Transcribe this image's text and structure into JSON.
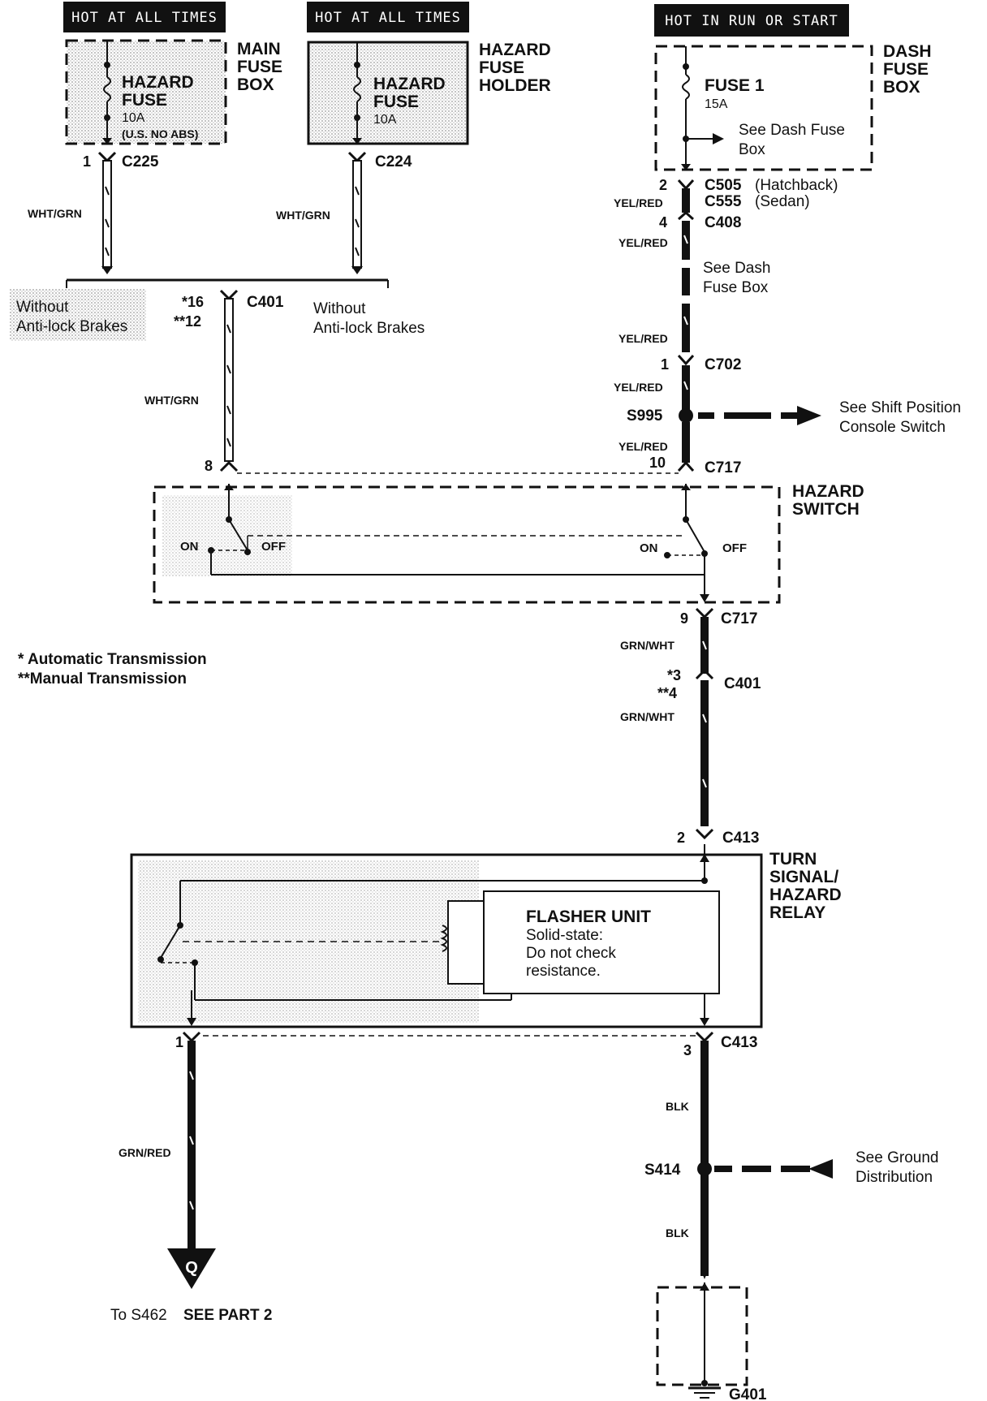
{
  "headers": {
    "hot_at_all_times_1": "HOT AT ALL TIMES",
    "hot_at_all_times_2": "HOT AT ALL TIMES",
    "hot_in_run_or_start": "HOT IN RUN OR START"
  },
  "main_fuse_box": {
    "title_l1": "MAIN",
    "title_l2": "FUSE",
    "title_l3": "BOX",
    "fuse_l1": "HAZARD",
    "fuse_l2": "FUSE",
    "rating": "10A",
    "note": "(U.S. NO ABS)"
  },
  "hazard_fuse_holder": {
    "title_l1": "HAZARD",
    "title_l2": "FUSE",
    "title_l3": "HOLDER",
    "fuse_l1": "HAZARD",
    "fuse_l2": "FUSE",
    "rating": "10A"
  },
  "dash_fuse_box": {
    "title_l1": "DASH",
    "title_l2": "FUSE",
    "title_l3": "BOX",
    "fuse": "FUSE 1",
    "rating": "15A",
    "see_l1": "See Dash Fuse",
    "see_l2": "Box"
  },
  "connectors": {
    "c225": "C225",
    "c225_pin": "1",
    "c224": "C224",
    "c505": "C505",
    "c505_note": "(Hatchback)",
    "c555": "C555",
    "c555_note": "(Sedan)",
    "c505_pin": "2",
    "c408": "C408",
    "c408_pin": "4",
    "c401_top": "C401",
    "c401_pin_a": "*16",
    "c401_pin_b": "**12",
    "c702": "C702",
    "c702_pin": "1",
    "s995": "S995",
    "c717_top": "C717",
    "c717_pin_top": "10",
    "pin_8": "8",
    "c717_bot": "C717",
    "c717_pin_bot": "9",
    "c401_mid": "C401",
    "c401_mid_a": "*3",
    "c401_mid_b": "**4",
    "c413_top": "C413",
    "c413_pin_top": "2",
    "c413_bot": "C413",
    "c413_pin_bot_r": "3",
    "c413_pin_bot_l": "1",
    "s414": "S414",
    "g401": "G401"
  },
  "wires": {
    "wht_grn_1": "WHT/GRN",
    "wht_grn_2": "WHT/GRN",
    "wht_grn_3": "WHT/GRN",
    "yel_red_1": "YEL/RED",
    "yel_red_2": "YEL/RED",
    "yel_red_3": "YEL/RED",
    "yel_red_4": "YEL/RED",
    "yel_red_5": "YEL/RED",
    "grn_wht_1": "GRN/WHT",
    "grn_wht_2": "GRN/WHT",
    "blk_1": "BLK",
    "blk_2": "BLK",
    "grn_red": "GRN/RED"
  },
  "notes": {
    "without_abs_l1_a": "Without",
    "without_abs_l2_a": "Anti-lock Brakes",
    "without_abs_l1_b": "Without",
    "without_abs_l2_b": "Anti-lock Brakes",
    "see_dash_l1": "See Dash",
    "see_dash_l2": "Fuse Box",
    "shift_l1": "See Shift Position",
    "shift_l2": "Console Switch",
    "auto_trans": "*  Automatic Transmission",
    "manual_trans": "**Manual Transmission",
    "ground_l1": "See Ground",
    "ground_l2": "Distribution",
    "to_s462": "To S462",
    "see_part_2": "SEE PART 2",
    "q_marker": "Q"
  },
  "hazard_switch": {
    "title_l1": "HAZARD",
    "title_l2": "SWITCH",
    "on_left": "ON",
    "off_left": "OFF",
    "on_right": "ON",
    "off_right": "OFF"
  },
  "relay": {
    "title_l1": "TURN",
    "title_l2": "SIGNAL/",
    "title_l3": "HAZARD",
    "title_l4": "RELAY",
    "flasher": "FLASHER UNIT",
    "line1": "Solid-state:",
    "line2": "Do not check",
    "line3": "resistance."
  }
}
